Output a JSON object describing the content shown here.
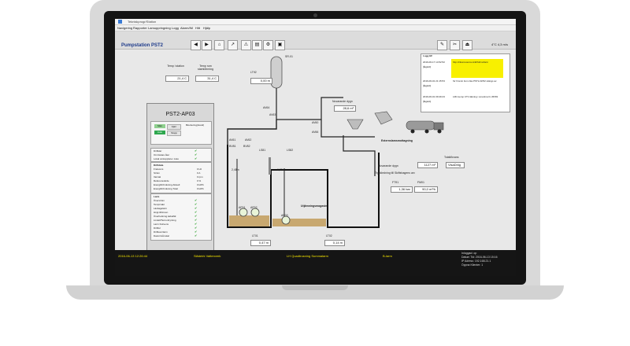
{
  "window": {
    "title": "Tekniskprogr/Station"
  },
  "menu": [
    "Navigering",
    "Rapporter",
    "Lamuppringning",
    "Logg",
    "Alarm/IM",
    "Hitt",
    "Hjälp"
  ],
  "header": {
    "title": "Pumpstation PST2",
    "weather": "4°C 4,3 m/s"
  },
  "readouts": {
    "temp_station_label": "Temp i station",
    "temp_station_value": "21,4 C",
    "temp_room_label": "Temp rum stamlöhrning",
    "temp_room_value": "31,4 C",
    "lt92_label": "LT92",
    "lt92_value": "0,00 m",
    "sr01_label": "SR-01",
    "av_tags": [
      "AV64",
      "AV63",
      "AV62",
      "AV61",
      "AV60",
      "BV81",
      "BV82",
      "LS81",
      "LS82",
      "AV66"
    ],
    "nuvarande_dygn_label": "Nuvarande dygn",
    "nuvarande_dygn_value": "28,6 m³",
    "externslam_label": "Externslamsmottagning",
    "totalt_label": "Totalt/kvans",
    "totalt_value": "VisaDriig",
    "nuvarande_dygn2_label": "Nuvarande dygn",
    "nuvarande_dygn2_value": "1127 m³",
    "tryck_label": "Tryckledning till Skiftshagens arv",
    "ft91_label": "FT91",
    "ft91_value": "1,36 bar",
    "fm01_label": "FM01",
    "fm01_value": "90,0 m³/h",
    "level_a": "2,48m",
    "level_b": "0,25m",
    "magasin_label": "Utjämningsmagasin",
    "pump1": "AP01",
    "pump2": "AP02",
    "pump3": "AP03",
    "lt01_label": "LT01",
    "lt01_value": "0,47 m",
    "lt02_label": "LT02",
    "lt02_value": "0,14 m"
  },
  "panel": {
    "title": "PST2-AP03",
    "mode_on": "Man",
    "mode_off": "Fjärr",
    "auto": "Auto",
    "stop": "Stopp",
    "blockering_label": "Blockering(Hand)",
    "status_rows": [
      "Driftklar",
      "Omröstare åter",
      "Lokal omkopplare i Auto"
    ],
    "drift_label": "Driftdata",
    "drift_rows": [
      {
        "k": "Frekvens",
        "v": "0 Hz"
      },
      {
        "k": "Ström",
        "v": "0 A"
      },
      {
        "k": "Varvtal",
        "v": "0 rpm"
      },
      {
        "k": "Referensvärde",
        "v": "0 %"
      },
      {
        "k": "Energiförbrukning Aktuell",
        "v": "0 kWh"
      },
      {
        "k": "Energiförbrukning Total",
        "v": "0 kWh"
      }
    ],
    "larm_label": "Larm",
    "larm_rows": [
      "Överström",
      "Temprvakt",
      "Läckagelarm",
      "Högt tillrinnen",
      "Överhettning kabelfäl",
      "Lindell/Termobrytning",
      "Larm frekvens",
      "Driftfel",
      "Driftkom/larm",
      "Datornivå lokal"
    ]
  },
  "log": {
    "title": "Logg HF",
    "entries": [
      {
        "date": "2016-06-17 14:52:52",
        "text": "http://cEurosource.kräfrfd/ms/larm"
      },
      {
        "date": "[åtgärd]",
        "text": ""
      },
      {
        "date": "2016-06-01 21:15:53",
        "text": "för fimmin ilum rika PST2-AP02 stängs av"
      },
      {
        "date": "[åtgärd]",
        "text": ""
      },
      {
        "date": "2016-06-01 09:49:43",
        "text": "LM1 kemp CT1 läkning i smarima II-I-BV81"
      },
      {
        "date": "[åtgärd]",
        "text": ""
      }
    ]
  },
  "status": {
    "left": "2016-06-13 12:26:44",
    "tag1": "Slädeirk Vattenverk",
    "tag2": "LH Quadtrusning Summalarm",
    "tag3": "B-larm",
    "right": [
      "Inloggad: op",
      "Datum Tid: 2016-06-13 15:16",
      "IP Adress: 192.168.21.1",
      "Öppna Klienter: 1"
    ]
  },
  "colors": {
    "accent_title": "#1d3a8a",
    "status_text": "#f0e000",
    "log_highlight": "#f8f000",
    "ok_green": "#1a9a1a"
  }
}
